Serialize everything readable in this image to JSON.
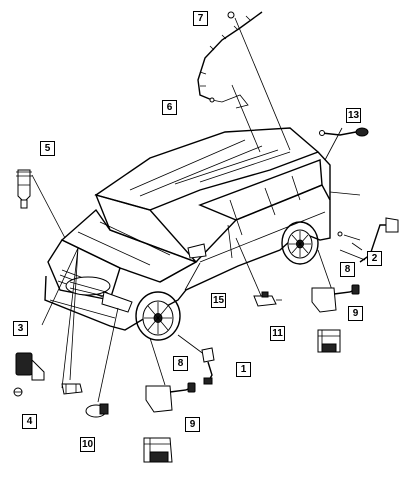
{
  "callouts": {
    "c1": "1",
    "c2": "2",
    "c3": "3",
    "c4": "4",
    "c5": "5",
    "c6": "6",
    "c7": "7",
    "c8a": "8",
    "c8b": "8",
    "c9a": "9",
    "c9b": "9",
    "c10": "10",
    "c11": "11",
    "c13": "13",
    "c15": "15"
  }
}
